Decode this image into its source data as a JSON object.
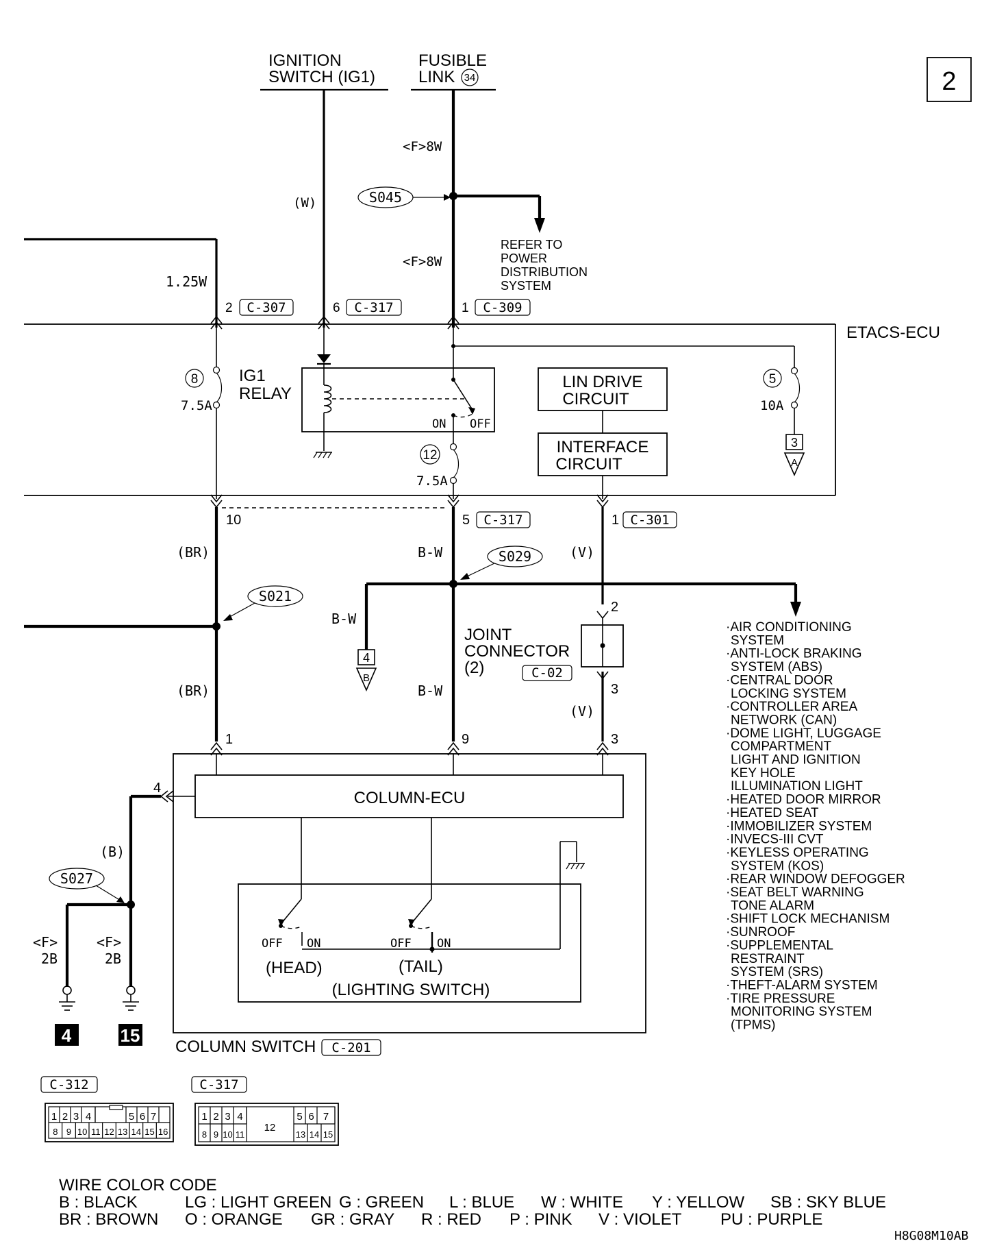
{
  "page_number": "2",
  "figure_code": "H8G08M10AB",
  "sources": {
    "ignition_line1": "IGNITION",
    "ignition_line2": "SWITCH (IG1)",
    "fusible_line1": "FUSIBLE",
    "fusible_line2": "LINK",
    "fusible_number": "34"
  },
  "wire_labels": {
    "w": "(W)",
    "f8w_upper": "<F>8W",
    "f8w_lower": "<F>8W",
    "w125": "1.25W",
    "br_upper": "(BR)",
    "br_lower": "(BR)",
    "bw_mid": "B-W",
    "bw_left": "B-W",
    "bw_lower": "B-W",
    "v_upper": "(V)",
    "v_lower": "(V)",
    "b_ground": "(B)",
    "f2b_left_1": "<F>",
    "f2b_left_2": "2B",
    "f2b_right_1": "<F>",
    "f2b_right_2": "2B"
  },
  "splices": {
    "s045": "S045",
    "s029": "S029",
    "s021": "S021",
    "s027": "S027"
  },
  "connectors": {
    "c307": "C-307",
    "c317_top": "C-317",
    "c309": "C-309",
    "c317_bot": "C-317",
    "c301": "C-301",
    "c02": "C-02",
    "c201": "C-201",
    "c312_face": "C-312",
    "c317_face": "C-317"
  },
  "pins": {
    "p2": "2",
    "p6": "6",
    "p1a": "1",
    "p10": "10",
    "p5": "5",
    "p1b": "1",
    "jc2": "2",
    "jc3a": "3",
    "jc3b": "3",
    "cs1": "1",
    "cs9": "9",
    "cs4": "4"
  },
  "refer": [
    "REFER TO",
    "POWER",
    "DISTRIBUTION",
    "SYSTEM"
  ],
  "etacs": {
    "title": "ETACS-ECU",
    "relay_line1": "IG1",
    "relay_line2": "RELAY",
    "relay_on": "ON",
    "relay_off": "OFF",
    "lin_line1": "LIN DRIVE",
    "lin_line2": "CIRCUIT",
    "interface_line1": "INTERFACE",
    "interface_line2": "CIRCUIT",
    "fuse8_num": "8",
    "fuse8_amp": "7.5A",
    "fuse12_num": "12",
    "fuse12_amp": "7.5A",
    "fuse5_num": "5",
    "fuse5_amp": "10A",
    "to_a_num": "3",
    "to_a_letter": "A"
  },
  "joint_connector": {
    "line1": "JOINT",
    "line2": "CONNECTOR",
    "line3": "(2)"
  },
  "to_b": {
    "num": "4",
    "letter": "B"
  },
  "column": {
    "ecu": "COLUMN-ECU",
    "switch_label": "COLUMN SWITCH",
    "head_off": "OFF",
    "head_on": "ON",
    "head": "(HEAD)",
    "tail_off": "OFF",
    "tail_on": "ON",
    "tail": "(TAIL)",
    "lighting": "(LIGHTING SWITCH)"
  },
  "grounds": {
    "g4": "4",
    "g15": "15"
  },
  "systems": [
    "·AIR CONDITIONING",
    "SYSTEM",
    "·ANTI-LOCK BRAKING",
    "SYSTEM (ABS)",
    "·CENTRAL DOOR",
    "LOCKING SYSTEM",
    "·CONTROLLER AREA",
    "NETWORK (CAN)",
    "·DOME LIGHT, LUGGAGE",
    "COMPARTMENT",
    "LIGHT AND IGNITION",
    "KEY HOLE",
    "ILLUMINATION LIGHT",
    "·HEATED DOOR MIRROR",
    "·HEATED SEAT",
    "·IMMOBILIZER SYSTEM",
    "·INVECS-III CVT",
    "·KEYLESS OPERATING",
    "SYSTEM (KOS)",
    "·REAR WINDOW DEFOGGER",
    "·SEAT BELT WARNING",
    "TONE ALARM",
    "·SHIFT LOCK MECHANISM",
    "·SUNROOF",
    "·SUPPLEMENTAL",
    "RESTRAINT",
    "SYSTEM (SRS)",
    "·THEFT-ALARM SYSTEM",
    "·TIRE PRESSURE",
    "MONITORING SYSTEM",
    "(TPMS)"
  ],
  "connector_faces": {
    "c312_top": [
      "1",
      "2",
      "3",
      "4",
      "5",
      "6",
      "7"
    ],
    "c312_bottom": [
      "8",
      "9",
      "10",
      "11",
      "12",
      "13",
      "14",
      "15",
      "16"
    ],
    "c317_top": [
      "1",
      "2",
      "3",
      "4",
      "5",
      "6",
      "7"
    ],
    "c317_middle": "12",
    "c317_bottom_left": [
      "8",
      "9",
      "10",
      "11"
    ],
    "c317_bottom_right": [
      "13",
      "14",
      "15"
    ]
  },
  "wire_color_code": {
    "title": "WIRE COLOR CODE",
    "row1": [
      "B : BLACK",
      "LG : LIGHT GREEN",
      "G : GREEN",
      "L : BLUE",
      "W : WHITE",
      "Y : YELLOW",
      "SB : SKY BLUE"
    ],
    "row2": [
      "BR : BROWN",
      "O : ORANGE",
      "GR : GRAY",
      "R : RED",
      "P : PINK",
      "V : VIOLET",
      "PU : PURPLE"
    ]
  }
}
